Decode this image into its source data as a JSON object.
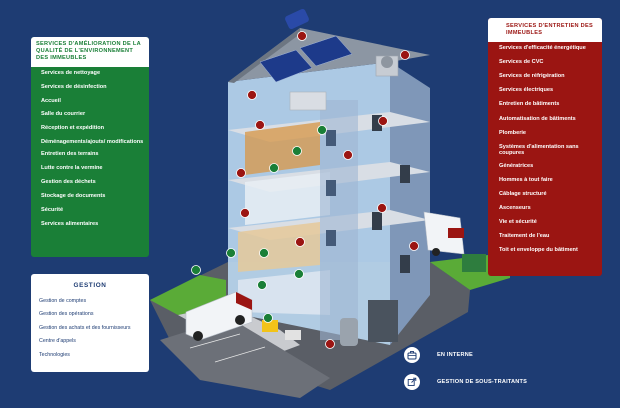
{
  "green_panel": {
    "title": "SERVICES D'AMÉLIORATION DE LA QUALITÉ DE L'ENVIRONNEMENT DES IMMEUBLES",
    "items": [
      "Services de nettoyage",
      "Services de désinfection",
      "Accueil",
      "Salle du courrier",
      "Réception et expédition",
      "Déménagements/ajouts/ modifications",
      "Entretien des terrains",
      "Lutte contre la vermine",
      "Gestion des déchets",
      "Stockage de documents",
      "Sécurité",
      "Services alimentaires"
    ]
  },
  "red_panel": {
    "title": "SERVICES D'ENTRETIEN DES IMMEUBLES",
    "items": [
      "Services d'efficacité énergétique",
      "Services de CVC",
      "Services de réfrigération",
      "Services électriques",
      "Entretien de bâtiments",
      "Automatisation de bâtiments",
      "Plomberie",
      "Systèmes d'alimentation sans coupures",
      "Génératrices",
      "Hommes à tout faire",
      "Câblage structuré",
      "Ascenseurs",
      "Vie et sécurité",
      "Traitement de l'eau",
      "Toit et enveloppe du bâtiment"
    ]
  },
  "gestion_panel": {
    "title": "GESTION",
    "items": [
      "Gestion de comptes",
      "Gestion des opérations",
      "Gestion des achats et des fournisseurs",
      "Centre d'appels",
      "Technologies"
    ]
  },
  "legend": {
    "in_house": "EN INTERNE",
    "subcontractor": "GESTION DE SOUS-TRAITANTS"
  },
  "colors": {
    "background": "#1e3c73",
    "green": "#1a7f37",
    "red": "#9b1512",
    "white": "#ffffff"
  }
}
